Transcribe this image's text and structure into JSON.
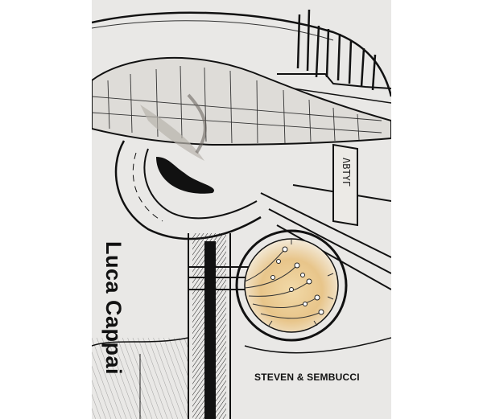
{
  "cover": {
    "author": "Luca Cappai",
    "publisher": "STEVEN & SEMBUCCI",
    "artwork": "ink-drawing"
  },
  "colors": {
    "background": "#ffffff",
    "paper": "#e9e8e6",
    "ink": "#111111",
    "amber": "#e8c58a"
  }
}
